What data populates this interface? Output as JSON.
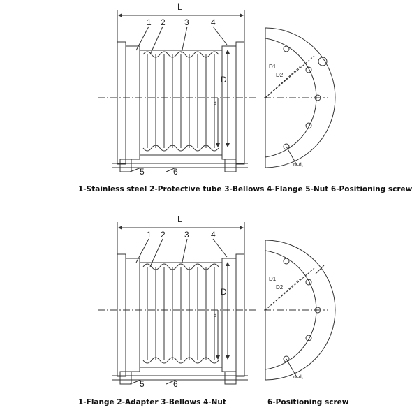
{
  "top": {
    "dim_length": "L",
    "dim_diameter": "D",
    "dim_inner": "d",
    "dim_d1": "D1",
    "dim_d2": "D2",
    "dim_holes": "n–d₁",
    "callouts": [
      "1",
      "2",
      "3",
      "4",
      "5",
      "6"
    ],
    "caption": "1-Stainless steel  2-Protective tube  3-Bellows  4-Flange   5-Nut   6-Positioning screw"
  },
  "bottom": {
    "dim_length": "L",
    "dim_diameter": "D",
    "dim_inner": "d",
    "dim_d1": "D1",
    "dim_d2": "D2",
    "dim_holes": "n–d₁",
    "callouts": [
      "1",
      "2",
      "3",
      "4",
      "5",
      "6"
    ],
    "caption_left": "1-Flange   2-Adapter  3-Bellows   4-Nut",
    "caption_right": "6-Positioning screw"
  },
  "colors": {
    "line": "#333333",
    "background": "#ffffff"
  }
}
